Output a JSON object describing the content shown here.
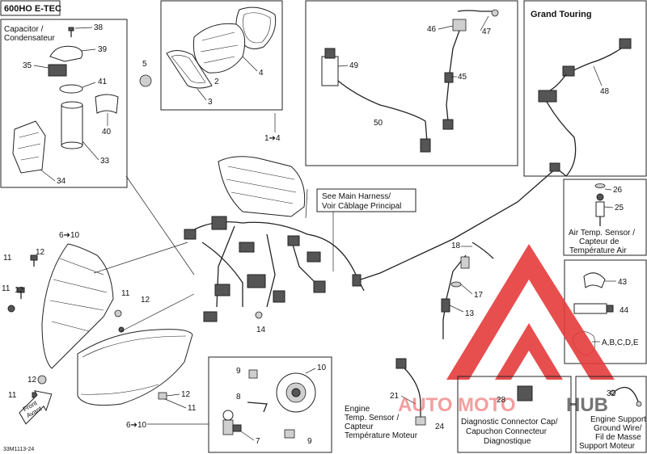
{
  "title": "600HO E-TEC",
  "figure_code": "33M1113-24",
  "boxes": {
    "capacitor": {
      "caption": [
        "Capacitor /",
        "Condensateur"
      ]
    },
    "grand_touring": {
      "caption": "Grand Touring"
    },
    "air_temp": {
      "caption": [
        "Air Temp. Sensor /",
        "Capteur de",
        "Température Air"
      ]
    },
    "main_harness": {
      "caption": [
        "See Main Harness/",
        "Voir Câblage Principal"
      ]
    },
    "diag_cap": {
      "caption": [
        "Diagnostic Connector Cap/",
        "Capuchon Connecteur",
        "Diagnostique"
      ]
    },
    "ground_wire": {
      "caption": [
        "Engine Support",
        "Ground Wire/",
        "Fil de Masse",
        "Support Moteur"
      ]
    },
    "engine_temp": {
      "caption": [
        "Engine",
        "Temp. Sensor /",
        "Capteur",
        "Température Moteur"
      ]
    },
    "consumables": {
      "caption": "A,B,C,D,E"
    }
  },
  "front_label": [
    "Front",
    "Avant"
  ],
  "callouts": {
    "c1_4": "1➔4",
    "c6_10_top": "6➔10",
    "c6_10_bot": "6➔10",
    "c2": "2",
    "c3": "3",
    "c4": "4",
    "c5": "5",
    "c7": "7",
    "c8": "8",
    "c9a": "9",
    "c9b": "9",
    "c10": "10",
    "c11a": "11",
    "c11b": "11",
    "c11c": "11",
    "c11d": "11",
    "c11e": "11",
    "c12a": "12",
    "c12b": "12",
    "c12c": "12",
    "c12d": "12",
    "c13": "13",
    "c14": "14",
    "c17": "17",
    "c18": "18",
    "c21": "21",
    "c24": "24",
    "c25": "25",
    "c26": "26",
    "c28": "28",
    "c32": "32",
    "c33": "33",
    "c34": "34",
    "c35": "35",
    "c38": "38",
    "c39": "39",
    "c40": "40",
    "c41": "41",
    "c43": "43",
    "c44": "44",
    "c45": "45",
    "c46": "46",
    "c47": "47",
    "c48": "48",
    "c49": "49",
    "c50": "50"
  },
  "watermark": {
    "left": "AUTO",
    "middle": "MOTO",
    "right": "HUB",
    "accent": "#e53b3b"
  }
}
